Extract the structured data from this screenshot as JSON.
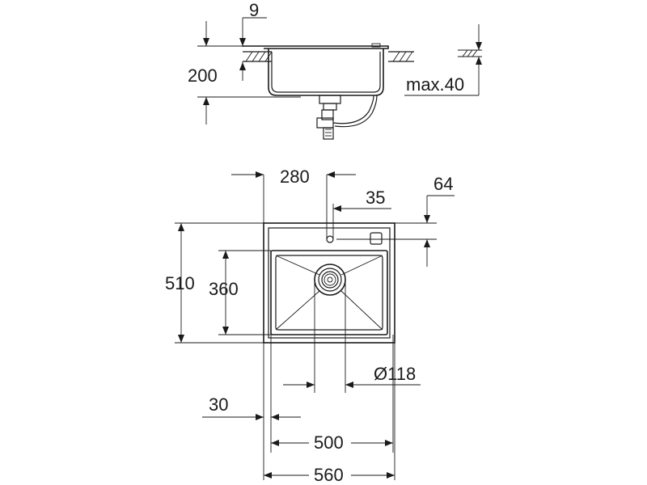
{
  "dimensions": {
    "top_gap": "9",
    "bowl_depth": "200",
    "counter_max": "max.40",
    "tap_offset": "280",
    "tap_hole": "35",
    "edge_offset": "64",
    "total_depth": "510",
    "bowl_length": "360",
    "drain": "Ø118",
    "rim_offset": "30",
    "bowl_width": "500",
    "total_width": "560"
  }
}
